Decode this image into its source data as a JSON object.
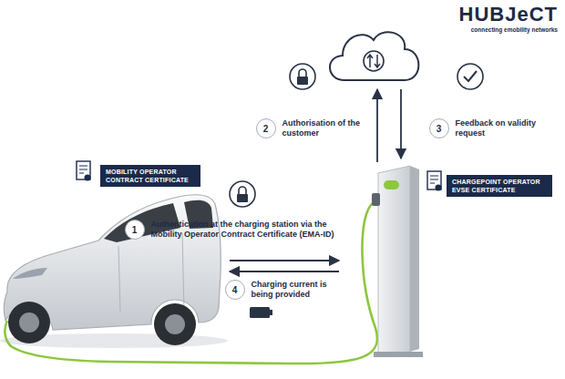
{
  "diagram": {
    "nodes": [
      {
        "text": [
          "2",
          "Authorisation of the customer"
        ]
      },
      {
        "text": [
          "3",
          "Feedback on validity request"
        ]
      },
      {
        "text": [
          "MOBILITY OPERATOR CONTRACT CERTIFICATE"
        ]
      },
      {
        "text": [
          "CHARGEPOINT OPERATOR EVSE CERTIFICATE"
        ]
      },
      {
        "text": [
          "1",
          "Authentication at the charging station via the Mobility Operator Contract Certificate (EMA-ID)"
        ]
      },
      {
        "text": [
          "4",
          "Charging current is being provided"
        ]
      }
    ],
    "labels": [
      "HUBJeCT",
      "connecting emobility networks"
    ]
  }
}
